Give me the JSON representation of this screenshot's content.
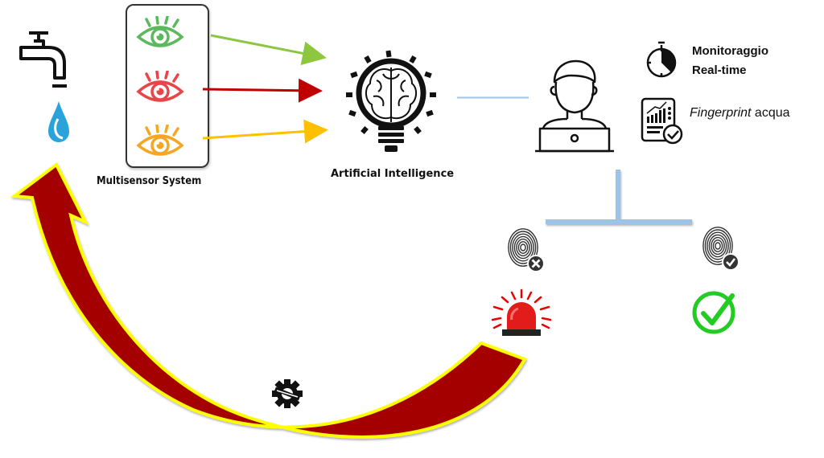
{
  "diagram": {
    "nodes": {
      "water_source": {
        "tap_icon": "water-tap-icon",
        "drop_icon": "water-drop-icon"
      },
      "multisensor": {
        "label": "Multisensor System",
        "sensors": [
          {
            "icon": "eye-icon",
            "color": "#5cb85c"
          },
          {
            "icon": "eye-icon",
            "color": "#e8454a"
          },
          {
            "icon": "eye-icon",
            "color": "#f5a623"
          }
        ]
      },
      "ai": {
        "label": "Artificial Intelligence",
        "icon": "brain-lightbulb-icon"
      },
      "operator": {
        "icon": "user-laptop-icon"
      },
      "features": [
        {
          "icon": "stopwatch-icon",
          "line1": "Monitoraggio",
          "line2": "Real-time"
        },
        {
          "icon": "report-check-icon",
          "italic": "Fingerprint",
          "text": " acqua"
        }
      ],
      "outcome_bad": {
        "icon": "fingerprint-x-icon",
        "alert_icon": "red-siren-icon"
      },
      "outcome_good": {
        "icon": "fingerprint-check-icon",
        "ok_icon": "green-check-icon"
      },
      "feedback": {
        "icon": "gear-wrench-icon"
      }
    },
    "colors": {
      "arrow_green": "#8dc63f",
      "arrow_red": "#c00000",
      "arrow_yellow": "#ffc000",
      "connector_blue": "#9dc3e6",
      "feedback_red": "#b30000",
      "feedback_border": "#ffff00",
      "check_green": "#22cc22"
    }
  }
}
